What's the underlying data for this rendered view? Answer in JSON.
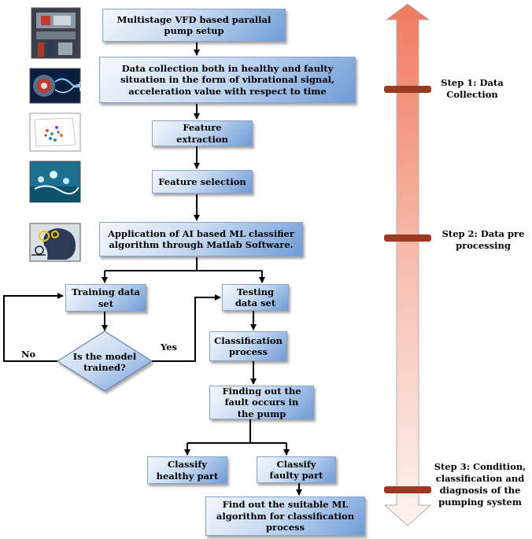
{
  "steps": {
    "box_pump_setup": "Multistage VFD based parallal\npump setup",
    "box_data_collection": "Data collection both in healthy and faulty\nsituation  in the form of vibrational signal,\nacceleration value with respect to time",
    "box_feature_extraction": "Feature\nextraction",
    "box_feature_selection": "Feature selection",
    "box_ml_classifier": "Application of AI based ML classifier\nalgorithm through Matlab Software.",
    "box_training": "Training data\nset",
    "box_testing": "Testing\ndata set",
    "decision_trained": "Is the model\ntrained?",
    "box_classification": "Classification\nprocess",
    "box_finding_fault": "Finding out the\nfault occurs in\nthe pump",
    "box_healthy": "Classify\nhealthy part",
    "box_faulty": "Classify\nfaulty part",
    "box_suitable_ml": "Find out the suitable ML\nalgorithm for classification\nprocess"
  },
  "edges": {
    "no_label": "No",
    "yes_label": "Yes"
  },
  "timeline": {
    "step1": "Step 1: Data\nCollection",
    "step2": "Step 2: Data pre\nprocessing",
    "step3": "Step 3: Condition,\nclassification and\ndiagnosis of the\npumping system"
  },
  "colors": {
    "box_dark": "#6f9bd6",
    "box_light": "#f4f8fd",
    "arrow_top": "#f07a60",
    "arrow_bottom": "#fdf1ed",
    "marker": "#9a3a22"
  },
  "icons": [
    "pump-photo-icon",
    "motor-vibration-photo-icon",
    "feature-plot-icon",
    "water-splash-photo-icon",
    "ai-head-icon"
  ]
}
